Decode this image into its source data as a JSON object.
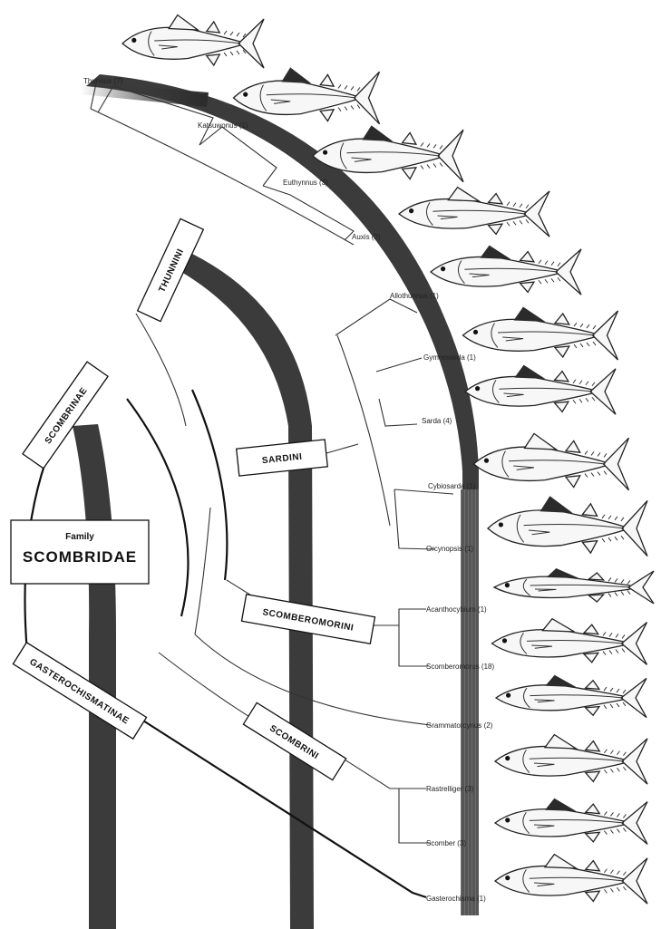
{
  "family": {
    "small_label": "Family",
    "big_label": "SCOMBRIDAE"
  },
  "subfamilies": {
    "scombrinae": "SCOMBRINAE",
    "gasterochismatinae": "GASTEROCHISMATINAE"
  },
  "tribes": {
    "thunnini": "THUNNINI",
    "sardini": "SARDINI",
    "scomberomorini": "SCOMBEROMORINI",
    "scombrini": "SCOMBRINI"
  },
  "genera": [
    "Thunnus (7)",
    "Katsuwonus (1)",
    "Euthynnus (3)",
    "Auxis (2)",
    "Allothunnus (1)",
    "Gymnosarda (1)",
    "Sarda (4)",
    "Cybiosarda (1)",
    "Orcynopsis (1)",
    "Acanthocybium (1)",
    "Scomberomorus (18)",
    "Grammatorcynus (2)",
    "Rastrelliger (3)",
    "Scomber (3)",
    "Gasterochisma (1)"
  ],
  "icons": {
    "fish": "fish-illustration-icon"
  },
  "colors": {
    "ink": "#111111",
    "band": "#3a3a3a",
    "paper": "#ffffff"
  }
}
